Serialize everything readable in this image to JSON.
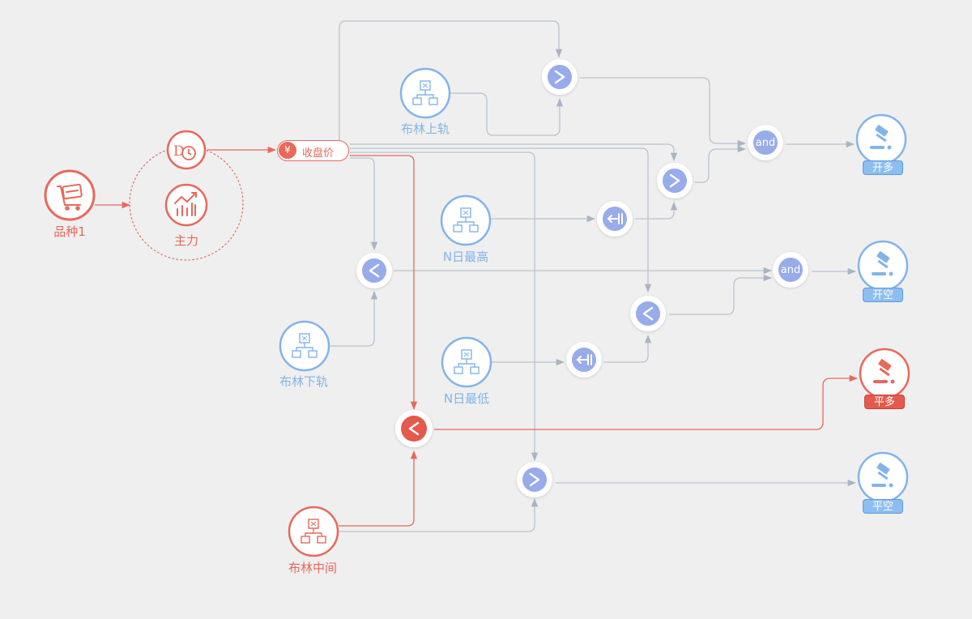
{
  "nodes": {
    "variety": {
      "label": "品种1"
    },
    "main_contract": {
      "label": "主力"
    },
    "close_price": {
      "label": "收盘价",
      "icon": "¥"
    },
    "boll_upper": {
      "label": "布林上轨"
    },
    "boll_lower": {
      "label": "布林下轨"
    },
    "boll_mid": {
      "label": "布林中间"
    },
    "n_day_high": {
      "label": "N日最高"
    },
    "n_day_low": {
      "label": "N日最低"
    },
    "and_long": {
      "label": "and"
    },
    "and_short": {
      "label": "and"
    }
  },
  "actions": {
    "open_long": {
      "label": "开多"
    },
    "open_short": {
      "label": "开空"
    },
    "close_long": {
      "label": "平多"
    },
    "close_short": {
      "label": "平空"
    }
  },
  "colors": {
    "red": "#e8685c",
    "blue": "#82b4ea",
    "purple": "#98abea",
    "line": "#b6bfcc",
    "background": "#efefef"
  }
}
